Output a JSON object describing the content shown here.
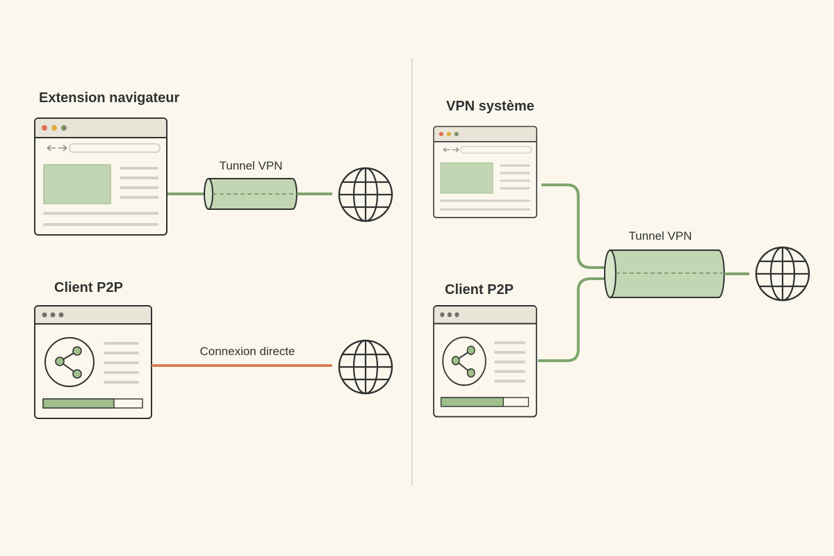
{
  "left_panel": {
    "browser_section": {
      "title": "Extension navigateur",
      "link_label": "Tunnel VPN"
    },
    "p2p_section": {
      "title": "Client P2P",
      "link_label": "Connexion directe"
    }
  },
  "right_panel": {
    "title": "VPN système",
    "p2p_title": "Client P2P",
    "tunnel_label": "Tunnel VPN"
  },
  "colors": {
    "background": "#fbf7ec",
    "outline": "#2f3232",
    "tunnel_green": "#7ea56e",
    "tunnel_fill": "#c3d6b3",
    "direct_orange": "#d9805a",
    "traffic_red": "#de7152",
    "traffic_yellow": "#e0ae3e",
    "traffic_green": "#7a9066"
  },
  "icons": [
    "browser-window-icon",
    "share-icon",
    "globe-icon",
    "tunnel-icon"
  ]
}
